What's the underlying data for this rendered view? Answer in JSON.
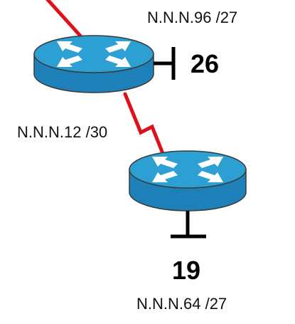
{
  "colors": {
    "serial_link": "#e0101a",
    "router_top": "#2c9fd3",
    "router_side": "#1e80b8",
    "router_outline": "#3a3a3a",
    "arrows": "#ffffff",
    "lan_segment": "#000000"
  },
  "routers": [
    {
      "icon": "router-icon",
      "lan": {
        "host_count": "26",
        "subnet": "N.N.N.96 /27"
      }
    },
    {
      "icon": "router-icon",
      "lan": {
        "host_count": "19",
        "subnet": "N.N.N.64 /27"
      }
    }
  ],
  "links": [
    {
      "type": "serial",
      "subnet": "N.N.N.12 /30"
    }
  ]
}
